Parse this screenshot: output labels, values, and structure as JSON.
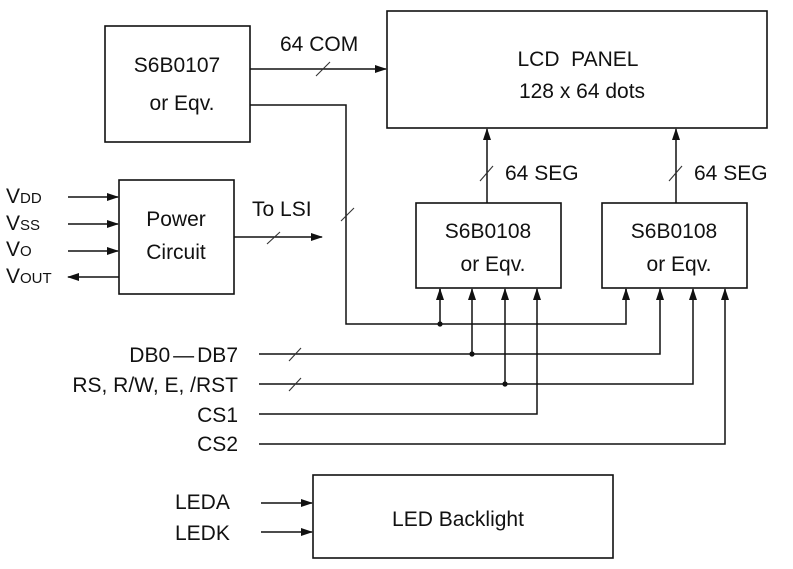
{
  "diagram": {
    "title": "LCD module block diagram",
    "blocks": {
      "com_driver": {
        "line1": "S6B0107",
        "line2": "or Eqv."
      },
      "lcd_panel": {
        "line1": "LCD  PANEL",
        "line2": "128 x 64 dots"
      },
      "power_circuit": {
        "line1": "Power",
        "line2": "Circuit"
      },
      "seg_driver_1": {
        "line1": "S6B0108",
        "line2": "or Eqv."
      },
      "seg_driver_2": {
        "line1": "S6B0108",
        "line2": "or Eqv."
      },
      "led_backlight": {
        "line1": "LED Backlight"
      }
    },
    "bus_labels": {
      "com": "64 COM",
      "seg_1": "64 SEG",
      "seg_2": "64 SEG",
      "to_lsi": "To LSI"
    },
    "power_pins": [
      {
        "main": "V",
        "sub": "DD",
        "direction": "in"
      },
      {
        "main": "V",
        "sub": "SS",
        "direction": "in"
      },
      {
        "main": "V",
        "sub": "O",
        "direction": "in"
      },
      {
        "main": "V",
        "sub": "OUT",
        "direction": "out"
      }
    ],
    "signal_lines": [
      {
        "label_a": "DB0",
        "dash": "—",
        "label_b": "DB7",
        "bus": true
      },
      {
        "label": "RS, R/W, E, /RST",
        "bus": true
      },
      {
        "label": "CS1",
        "bus": false
      },
      {
        "label": "CS2",
        "bus": false
      }
    ],
    "backlight_pins": [
      {
        "label": "LEDA"
      },
      {
        "label": "LEDK"
      }
    ]
  }
}
